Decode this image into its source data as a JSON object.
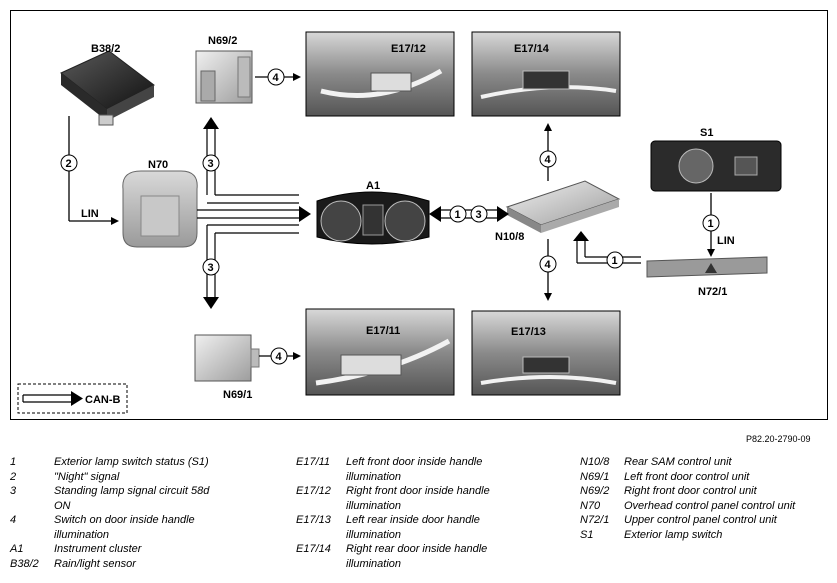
{
  "reference": "P82.20-2790-09",
  "labels": {
    "b38_2": "B38/2",
    "n69_2": "N69/2",
    "n70": "N70",
    "a1": "A1",
    "n10_8": "N10/8",
    "s1": "S1",
    "n72_1": "N72/1",
    "n69_1": "N69/1",
    "e17_12": "E17/12",
    "e17_14": "E17/14",
    "e17_11": "E17/11",
    "e17_13": "E17/13",
    "lin_left": "LIN",
    "lin_right": "LIN",
    "canb": "CAN-B"
  },
  "badges": {
    "b2": "2",
    "b3_up": "3",
    "b3_down": "3",
    "b4_n69_2": "4",
    "b4_up": "4",
    "b4_down": "4",
    "b4_n69_1": "4",
    "b1_a1": "1",
    "b3_a1": "3",
    "b1_n10": "1",
    "b1_s1": "1"
  },
  "legend_col1": [
    {
      "key": "1",
      "text": "Exterior lamp switch status (S1)"
    },
    {
      "key": "2",
      "text": "\"Night\" signal"
    },
    {
      "key": "3",
      "text": "Standing lamp signal circuit 58d ON"
    },
    {
      "key": "4",
      "text": "Switch on door inside handle illumination"
    },
    {
      "key": "A1",
      "text": "Instrument cluster"
    },
    {
      "key": "B38/2",
      "text": "Rain/light sensor"
    }
  ],
  "legend_col2": [
    {
      "key": "E17/11",
      "text": "Left front door inside handle illumination"
    },
    {
      "key": "E17/12",
      "text": "Right front door inside handle illumination"
    },
    {
      "key": "E17/13",
      "text": "Left rear inside door handle illumination"
    },
    {
      "key": "E17/14",
      "text": "Right rear door inside handle illumination"
    }
  ],
  "legend_col3": [
    {
      "key": "N10/8",
      "text": "Rear SAM control unit"
    },
    {
      "key": "N69/1",
      "text": "Left front door control unit"
    },
    {
      "key": "N69/2",
      "text": "Right front door control unit"
    },
    {
      "key": "N70",
      "text": "Overhead control panel control unit"
    },
    {
      "key": "N72/1",
      "text": "Upper control panel control unit"
    },
    {
      "key": "S1",
      "text": "Exterior lamp switch"
    }
  ]
}
